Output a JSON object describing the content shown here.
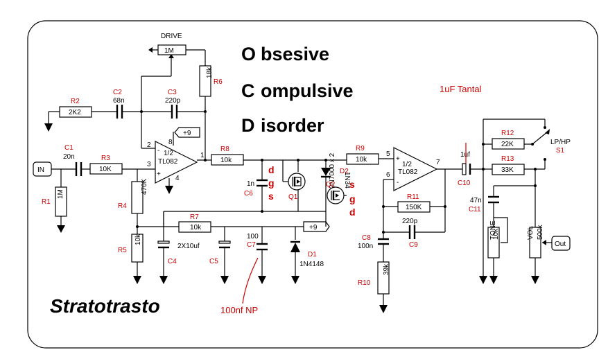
{
  "title": {
    "line1_letter": "O",
    "line1_rest": "bsesive",
    "line2_letter": "C",
    "line2_rest": "ompulsive",
    "line3_letter": "D",
    "line3_rest": "isorder"
  },
  "logo": "Stratotrasto",
  "pot_drive": {
    "name": "DRIVE",
    "value": "1M"
  },
  "jack_in": "IN",
  "jack_out": "Out",
  "r1": {
    "ref": "R1",
    "value": "1M"
  },
  "r2": {
    "ref": "R2",
    "value": "2K2"
  },
  "r3": {
    "ref": "R3",
    "value": "10K"
  },
  "r4": {
    "ref": "R4",
    "value": "470K"
  },
  "r5": {
    "ref": "R5",
    "value": "10k"
  },
  "r6": {
    "ref": "R6",
    "value": "18k"
  },
  "r7": {
    "ref": "R7",
    "value": "10k"
  },
  "r8": {
    "ref": "R8",
    "value": "10k"
  },
  "r9": {
    "ref": "R9",
    "value": "10k"
  },
  "r10": {
    "ref": "R10",
    "value": "39k"
  },
  "r11": {
    "ref": "R11",
    "value": "150K"
  },
  "r12": {
    "ref": "R12",
    "value": "22K"
  },
  "r13": {
    "ref": "R13",
    "value": "33K"
  },
  "c1": {
    "ref": "C1",
    "value": "20n"
  },
  "c2": {
    "ref": "C2",
    "value": "68n"
  },
  "c3": {
    "ref": "C3",
    "value": "220p"
  },
  "c4": {
    "ref": "C4"
  },
  "c5": {
    "ref": "C5"
  },
  "c4c5_value": "2X10uf",
  "c6": {
    "ref": "C6",
    "value": "1n"
  },
  "c7": {
    "ref": "C7",
    "value": "100"
  },
  "c8": {
    "ref": "C8",
    "value": "100n"
  },
  "c9": {
    "ref": "C9",
    "value": "220p"
  },
  "c10": {
    "ref": "C10",
    "value": "1uf"
  },
  "c11": {
    "ref": "C11",
    "value": "47n"
  },
  "d1": {
    "ref": "D1",
    "value": "1N4148"
  },
  "d2": {
    "ref": "D2",
    "value": "1N34"
  },
  "q1": {
    "ref": "Q1"
  },
  "q2": {
    "ref": "Q2"
  },
  "mosfet_value": "2N7000 x 2",
  "pins_q1": {
    "d": "d",
    "g": "g",
    "s": "s"
  },
  "pins_q2": {
    "s": "s",
    "g": "g",
    "d": "d"
  },
  "opamp1": {
    "part": "TL082",
    "half": "1/2",
    "pin_neg": "-",
    "pin_pos": "+"
  },
  "opamp2": {
    "part": "TL082",
    "half": "1/2",
    "pin_neg": "-",
    "pin_pos": "+"
  },
  "supply": "+9",
  "pins": {
    "p1": "1",
    "p2": "2",
    "p3": "3",
    "p4": "4",
    "p5": "5",
    "p6": "6",
    "p7": "7",
    "p8": "8"
  },
  "pot_tone": {
    "name": "TONE",
    "value": "10k"
  },
  "pot_vol": {
    "name": "VOL",
    "value": "500k"
  },
  "switch": {
    "name": "LP/HP",
    "ref": "S1"
  },
  "notes": {
    "tantal": "1uF Tantal",
    "np": "100nf NP"
  }
}
